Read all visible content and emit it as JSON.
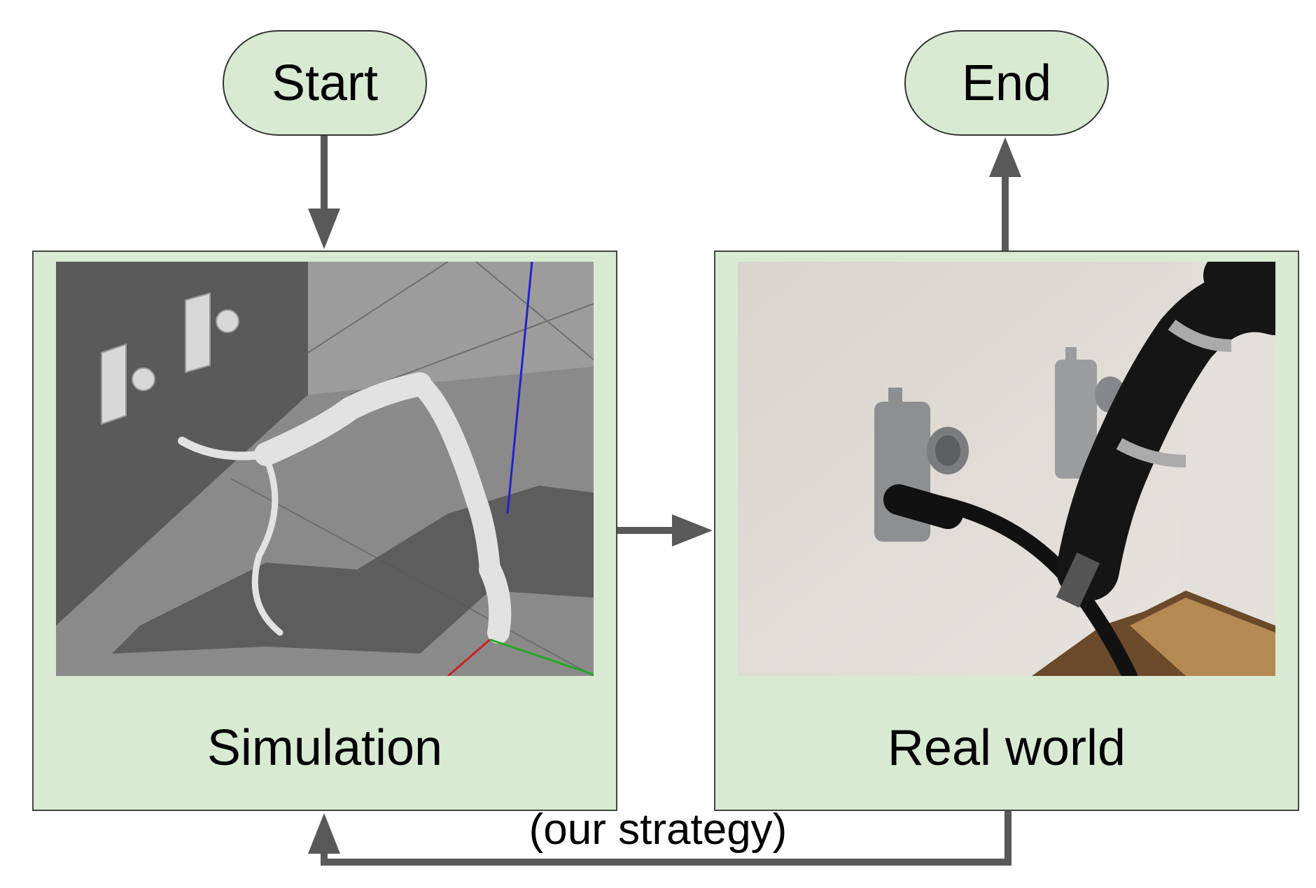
{
  "nodes": {
    "start": "Start",
    "end": "End",
    "simulation": "Simulation",
    "real_world": "Real world"
  },
  "edges": {
    "feedback": "(our strategy)"
  },
  "colors": {
    "node_fill": "#d9ead3",
    "arrow": "#595959"
  }
}
